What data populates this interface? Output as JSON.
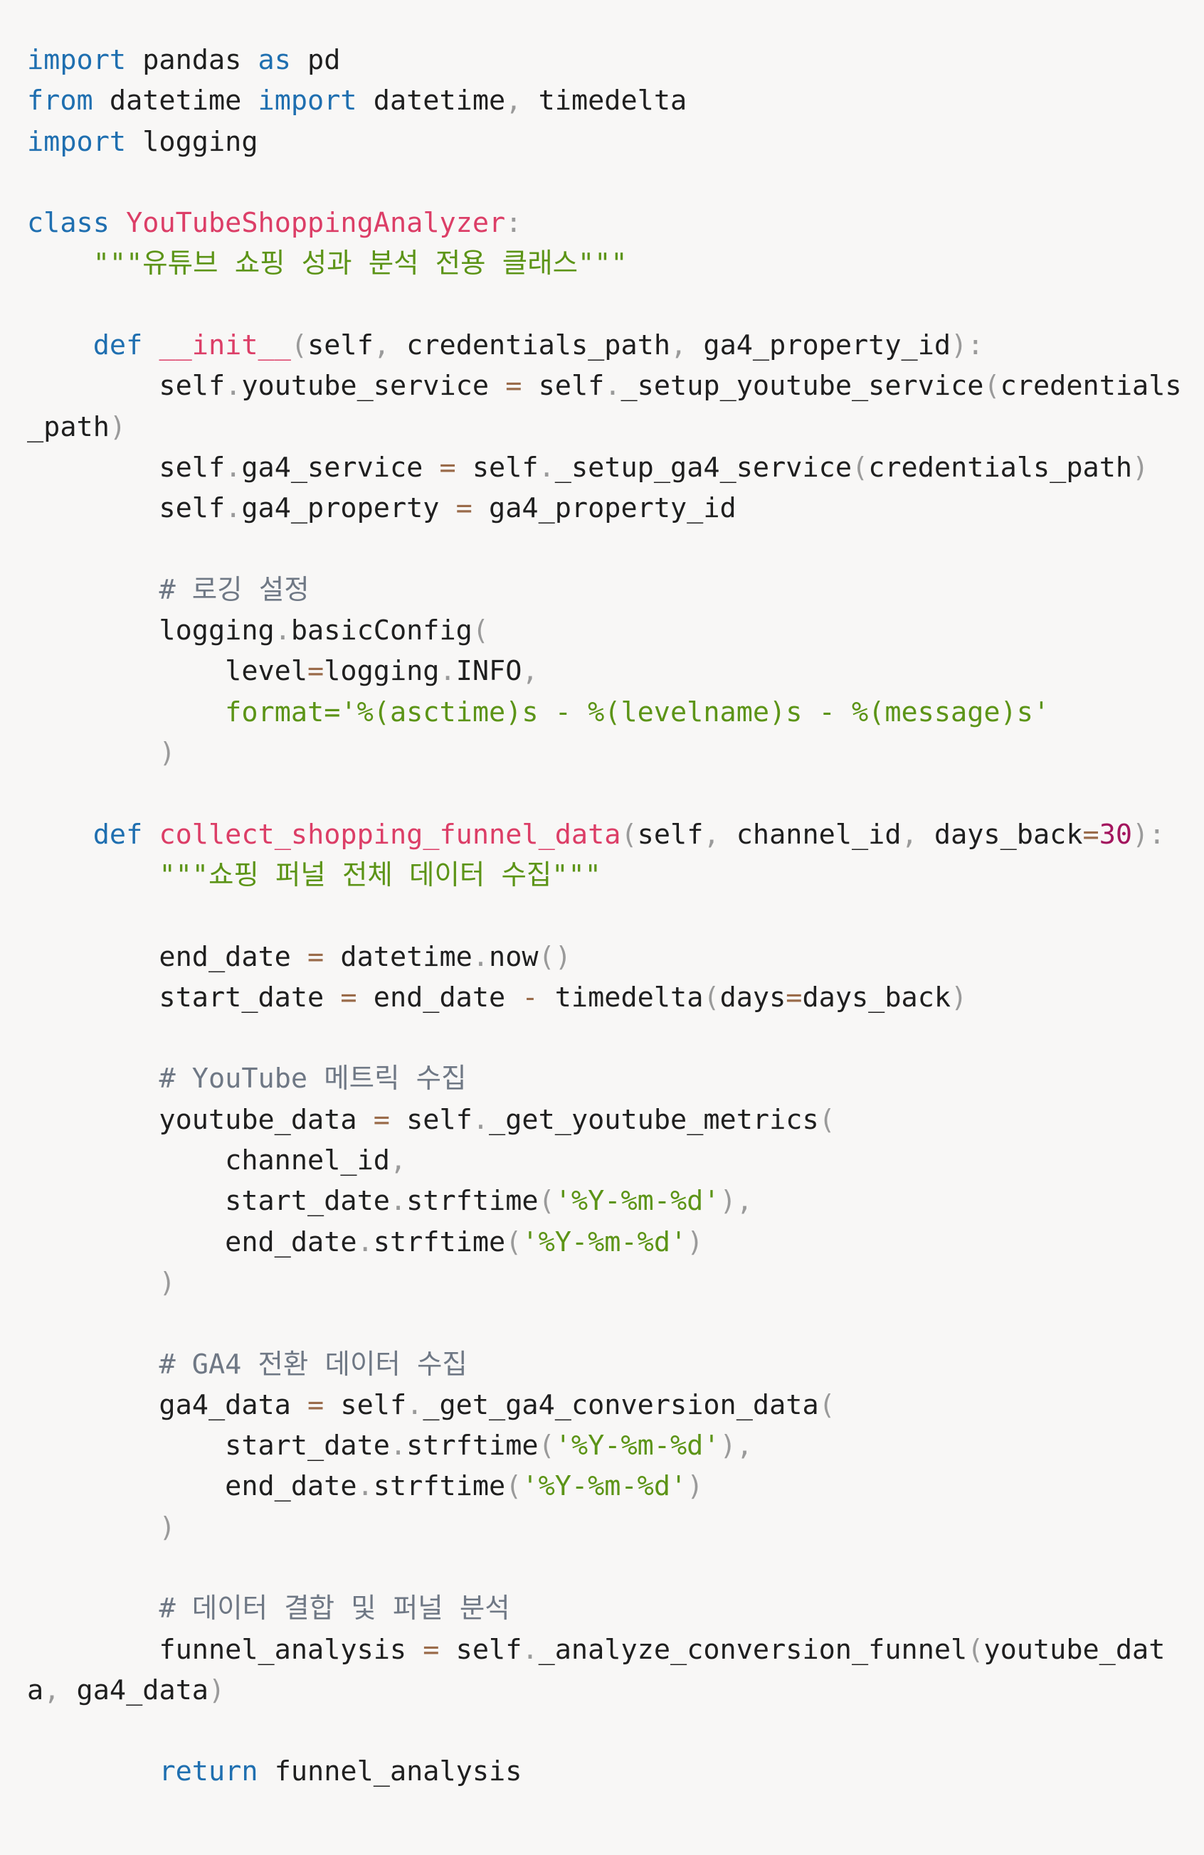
{
  "colors": {
    "background": "#f8f7f6",
    "keyword": "#1f6fb0",
    "class_name": "#dc3e67",
    "function_name": "#dc3e67",
    "string": "#5c9417",
    "comment": "#6f7885",
    "number": "#a3155e",
    "punctuation": "#9a9a9a",
    "operator": "#9a6b4a",
    "plain": "#1f1f1f"
  },
  "code": {
    "lines": [
      [
        [
          "import",
          "keyword"
        ],
        [
          " pandas ",
          "plain"
        ],
        [
          "as",
          "keyword"
        ],
        [
          " pd",
          "plain"
        ]
      ],
      [
        [
          "from",
          "keyword"
        ],
        [
          " datetime ",
          "plain"
        ],
        [
          "import",
          "keyword"
        ],
        [
          " datetime",
          "plain"
        ],
        [
          ",",
          "punct"
        ],
        [
          " timedelta",
          "plain"
        ]
      ],
      [
        [
          "import",
          "keyword"
        ],
        [
          " logging",
          "plain"
        ]
      ],
      [],
      [
        [
          "class",
          "keyword"
        ],
        [
          " ",
          "plain"
        ],
        [
          "YouTubeShoppingAnalyzer",
          "class"
        ],
        [
          ":",
          "punct"
        ]
      ],
      [
        [
          "    ",
          "plain"
        ],
        [
          "\"\"\"유튜브 쇼핑 성과 분석 전용 클래스\"\"\"",
          "string"
        ]
      ],
      [],
      [
        [
          "    ",
          "plain"
        ],
        [
          "def",
          "keyword"
        ],
        [
          " ",
          "plain"
        ],
        [
          "__init__",
          "func"
        ],
        [
          "(",
          "punct"
        ],
        [
          "self",
          "plain"
        ],
        [
          ",",
          "punct"
        ],
        [
          " credentials_path",
          "plain"
        ],
        [
          ",",
          "punct"
        ],
        [
          " ga4_property_id",
          "plain"
        ],
        [
          "):",
          "punct"
        ]
      ],
      [
        [
          "        self",
          "plain"
        ],
        [
          ".",
          "punct"
        ],
        [
          "youtube_service ",
          "plain"
        ],
        [
          "=",
          "operator"
        ],
        [
          " self",
          "plain"
        ],
        [
          ".",
          "punct"
        ],
        [
          "_setup_youtube_service",
          "plain"
        ],
        [
          "(",
          "punct"
        ],
        [
          "credentials",
          "plain"
        ]
      ],
      [
        [
          "_path",
          "plain"
        ],
        [
          ")",
          "punct"
        ]
      ],
      [
        [
          "        self",
          "plain"
        ],
        [
          ".",
          "punct"
        ],
        [
          "ga4_service ",
          "plain"
        ],
        [
          "=",
          "operator"
        ],
        [
          " self",
          "plain"
        ],
        [
          ".",
          "punct"
        ],
        [
          "_setup_ga4_service",
          "plain"
        ],
        [
          "(",
          "punct"
        ],
        [
          "credentials_path",
          "plain"
        ],
        [
          ")",
          "punct"
        ]
      ],
      [
        [
          "        self",
          "plain"
        ],
        [
          ".",
          "punct"
        ],
        [
          "ga4_property ",
          "plain"
        ],
        [
          "=",
          "operator"
        ],
        [
          " ga4_property_id",
          "plain"
        ]
      ],
      [],
      [
        [
          "        ",
          "plain"
        ],
        [
          "# 로깅 설정",
          "comment"
        ]
      ],
      [
        [
          "        logging",
          "plain"
        ],
        [
          ".",
          "punct"
        ],
        [
          "basicConfig",
          "plain"
        ],
        [
          "(",
          "punct"
        ]
      ],
      [
        [
          "            level",
          "plain"
        ],
        [
          "=",
          "operator"
        ],
        [
          "logging",
          "plain"
        ],
        [
          ".",
          "punct"
        ],
        [
          "INFO",
          "plain"
        ],
        [
          ",",
          "punct"
        ]
      ],
      [
        [
          "            ",
          "plain"
        ],
        [
          "format='%(asctime)s - %(levelname)s - %(message)s'",
          "string"
        ]
      ],
      [
        [
          "        ",
          "plain"
        ],
        [
          ")",
          "punct"
        ]
      ],
      [],
      [
        [
          "    ",
          "plain"
        ],
        [
          "def",
          "keyword"
        ],
        [
          " ",
          "plain"
        ],
        [
          "collect_shopping_funnel_data",
          "func"
        ],
        [
          "(",
          "punct"
        ],
        [
          "self",
          "plain"
        ],
        [
          ",",
          "punct"
        ],
        [
          " channel_id",
          "plain"
        ],
        [
          ",",
          "punct"
        ],
        [
          " days_back",
          "plain"
        ],
        [
          "=",
          "operator"
        ],
        [
          "30",
          "number"
        ],
        [
          "):",
          "punct"
        ]
      ],
      [
        [
          "        ",
          "plain"
        ],
        [
          "\"\"\"쇼핑 퍼널 전체 데이터 수집\"\"\"",
          "string"
        ]
      ],
      [],
      [
        [
          "        end_date ",
          "plain"
        ],
        [
          "=",
          "operator"
        ],
        [
          " datetime",
          "plain"
        ],
        [
          ".",
          "punct"
        ],
        [
          "now",
          "plain"
        ],
        [
          "()",
          "punct"
        ]
      ],
      [
        [
          "        start_date ",
          "plain"
        ],
        [
          "=",
          "operator"
        ],
        [
          " end_date ",
          "plain"
        ],
        [
          "-",
          "operator"
        ],
        [
          " timedelta",
          "plain"
        ],
        [
          "(",
          "punct"
        ],
        [
          "days",
          "plain"
        ],
        [
          "=",
          "operator"
        ],
        [
          "days_back",
          "plain"
        ],
        [
          ")",
          "punct"
        ]
      ],
      [],
      [
        [
          "        ",
          "plain"
        ],
        [
          "# YouTube 메트릭 수집",
          "comment"
        ]
      ],
      [
        [
          "        youtube_data ",
          "plain"
        ],
        [
          "=",
          "operator"
        ],
        [
          " self",
          "plain"
        ],
        [
          ".",
          "punct"
        ],
        [
          "_get_youtube_metrics",
          "plain"
        ],
        [
          "(",
          "punct"
        ]
      ],
      [
        [
          "            channel_id",
          "plain"
        ],
        [
          ",",
          "punct"
        ]
      ],
      [
        [
          "            start_date",
          "plain"
        ],
        [
          ".",
          "punct"
        ],
        [
          "strftime",
          "plain"
        ],
        [
          "(",
          "punct"
        ],
        [
          "'%Y-%m-%d'",
          "string"
        ],
        [
          "),",
          "punct"
        ]
      ],
      [
        [
          "            end_date",
          "plain"
        ],
        [
          ".",
          "punct"
        ],
        [
          "strftime",
          "plain"
        ],
        [
          "(",
          "punct"
        ],
        [
          "'%Y-%m-%d'",
          "string"
        ],
        [
          ")",
          "punct"
        ]
      ],
      [
        [
          "        ",
          "plain"
        ],
        [
          ")",
          "punct"
        ]
      ],
      [],
      [
        [
          "        ",
          "plain"
        ],
        [
          "# GA4 전환 데이터 수집",
          "comment"
        ]
      ],
      [
        [
          "        ga4_data ",
          "plain"
        ],
        [
          "=",
          "operator"
        ],
        [
          " self",
          "plain"
        ],
        [
          ".",
          "punct"
        ],
        [
          "_get_ga4_conversion_data",
          "plain"
        ],
        [
          "(",
          "punct"
        ]
      ],
      [
        [
          "            start_date",
          "plain"
        ],
        [
          ".",
          "punct"
        ],
        [
          "strftime",
          "plain"
        ],
        [
          "(",
          "punct"
        ],
        [
          "'%Y-%m-%d'",
          "string"
        ],
        [
          "),",
          "punct"
        ]
      ],
      [
        [
          "            end_date",
          "plain"
        ],
        [
          ".",
          "punct"
        ],
        [
          "strftime",
          "plain"
        ],
        [
          "(",
          "punct"
        ],
        [
          "'%Y-%m-%d'",
          "string"
        ],
        [
          ")",
          "punct"
        ]
      ],
      [
        [
          "        ",
          "plain"
        ],
        [
          ")",
          "punct"
        ]
      ],
      [],
      [
        [
          "        ",
          "plain"
        ],
        [
          "# 데이터 결합 및 퍼널 분석",
          "comment"
        ]
      ],
      [
        [
          "        funnel_analysis ",
          "plain"
        ],
        [
          "=",
          "operator"
        ],
        [
          " self",
          "plain"
        ],
        [
          ".",
          "punct"
        ],
        [
          "_analyze_conversion_funnel",
          "plain"
        ],
        [
          "(",
          "punct"
        ],
        [
          "youtube_dat",
          "plain"
        ]
      ],
      [
        [
          "a",
          "plain"
        ],
        [
          ",",
          "punct"
        ],
        [
          " ga4_data",
          "plain"
        ],
        [
          ")",
          "punct"
        ]
      ],
      [],
      [
        [
          "        ",
          "plain"
        ],
        [
          "return",
          "keyword"
        ],
        [
          " funnel_analysis",
          "plain"
        ]
      ]
    ]
  }
}
